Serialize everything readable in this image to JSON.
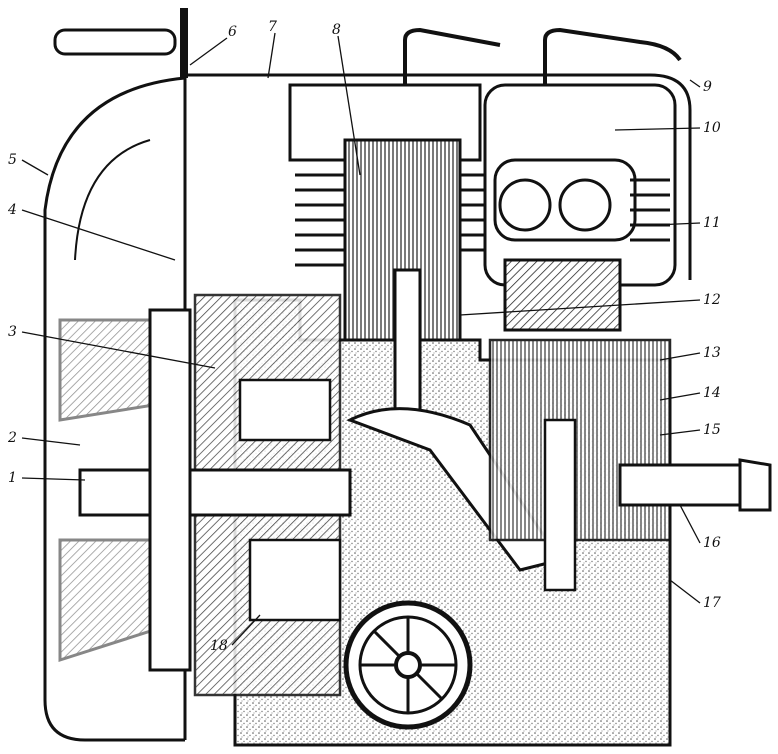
{
  "diagram": {
    "callouts": [
      {
        "id": "c1",
        "text": "1"
      },
      {
        "id": "c2",
        "text": "2"
      },
      {
        "id": "c3",
        "text": "3"
      },
      {
        "id": "c4",
        "text": "4"
      },
      {
        "id": "c5",
        "text": "5"
      },
      {
        "id": "c6",
        "text": "6"
      },
      {
        "id": "c7",
        "text": "7"
      },
      {
        "id": "c8",
        "text": "8"
      },
      {
        "id": "c9",
        "text": "9"
      },
      {
        "id": "c10",
        "text": "10"
      },
      {
        "id": "c11",
        "text": "11"
      },
      {
        "id": "c12",
        "text": "12"
      },
      {
        "id": "c13",
        "text": "13"
      },
      {
        "id": "c14",
        "text": "14"
      },
      {
        "id": "c15",
        "text": "15"
      },
      {
        "id": "c16",
        "text": "16"
      },
      {
        "id": "c17",
        "text": "17"
      },
      {
        "id": "c18",
        "text": "18"
      }
    ]
  },
  "colors": {
    "ink": "#111111",
    "paper": "#ffffff",
    "stipple": "#8a8a8a"
  }
}
